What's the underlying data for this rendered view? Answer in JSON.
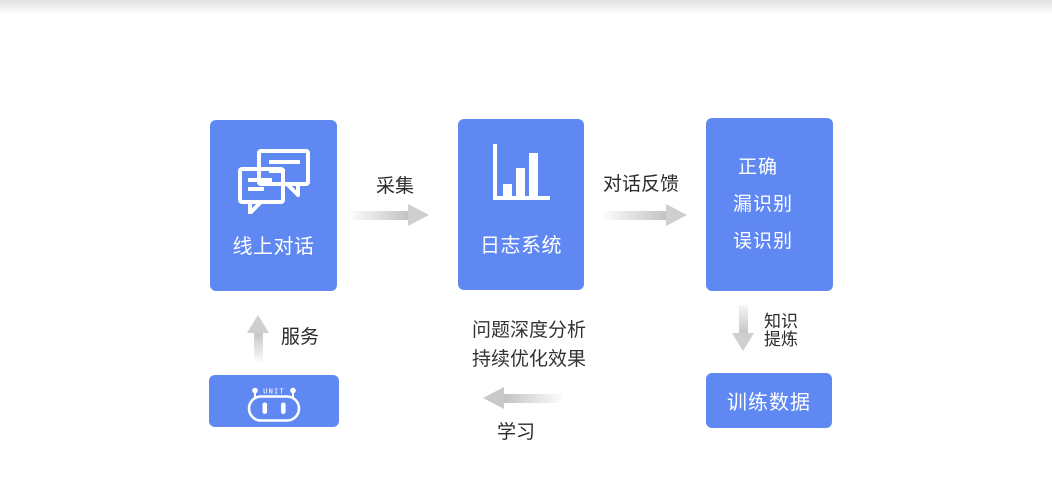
{
  "colors": {
    "node_blue": "#5f88f3",
    "node_text": "#ffffff",
    "label_text": "#2a2a2a",
    "arrow_gray": "#c6c6c6"
  },
  "nodes": {
    "online_dialog": {
      "label": "线上对话",
      "icon": "chat-bubbles-icon"
    },
    "log_system": {
      "label": "日志系统",
      "icon": "bar-chart-icon"
    },
    "recognition_results": {
      "lines": [
        "正确",
        "漏识别",
        "误识别"
      ]
    },
    "training_data": {
      "label": "训练数据"
    },
    "unit_robot": {
      "icon": "unit-robot-icon",
      "badge": "UNIT"
    }
  },
  "arrows": {
    "collect": {
      "label": "采集",
      "direction": "right"
    },
    "dialog_feedback": {
      "label": "对话反馈",
      "direction": "right"
    },
    "knowledge_refine": {
      "label_line1": "知识",
      "label_line2": "提炼",
      "direction": "down"
    },
    "learn": {
      "label": "学习",
      "direction": "left"
    },
    "serve": {
      "label": "服务",
      "direction": "up"
    }
  },
  "annotations": {
    "analysis_line1": "问题深度分析",
    "analysis_line2": "持续优化效果"
  }
}
